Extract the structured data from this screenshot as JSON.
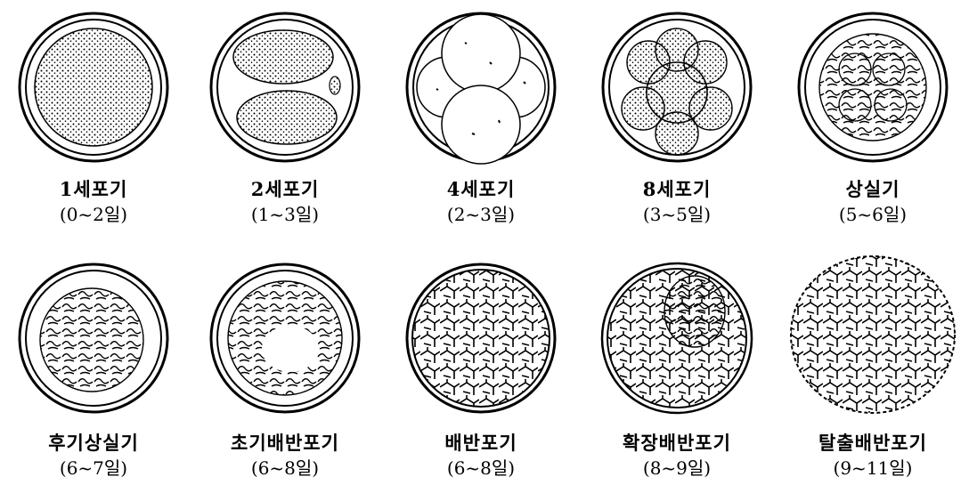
{
  "stages": [
    {
      "label": "1세포기",
      "days": "(0~2일)"
    },
    {
      "label": "2세포기",
      "days": "(1~3일)"
    },
    {
      "label": "4세포기",
      "days": "(2~3일)"
    },
    {
      "label": "8세포기",
      "days": "(3~5일)"
    },
    {
      "label": "상실기",
      "days": "(5~6일)"
    },
    {
      "label": "후기상실기",
      "days": "(6~7일)"
    },
    {
      "label": "초기배반포기",
      "days": "(6~8일)"
    },
    {
      "label": "배반포기",
      "days": "(6~8일)"
    },
    {
      "label": "확장배반포기",
      "days": "(8~9일)"
    },
    {
      "label": "탈출배반포기",
      "days": "(9~11일)"
    }
  ]
}
